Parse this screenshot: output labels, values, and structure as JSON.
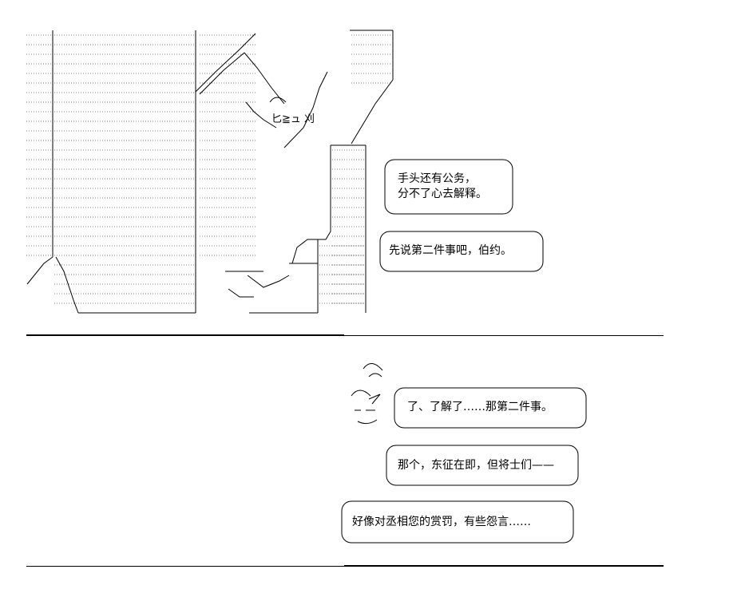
{
  "panel_top": {
    "bubbles": [
      {
        "lines": [
          "手头还有公务，",
          "分不了心去解释。"
        ]
      },
      {
        "lines": [
          "先说第二件事吧，伯约。"
        ]
      }
    ],
    "face_text": "匕≧ュ 刈"
  },
  "panel_bottom": {
    "bubbles": [
      {
        "lines": [
          "了、了解了……那第二件事。"
        ]
      },
      {
        "lines": [
          "那个，东征在即，但将士们——"
        ]
      },
      {
        "lines": [
          "好像对丞相您的赏罚，有些怨言……"
        ]
      }
    ]
  }
}
